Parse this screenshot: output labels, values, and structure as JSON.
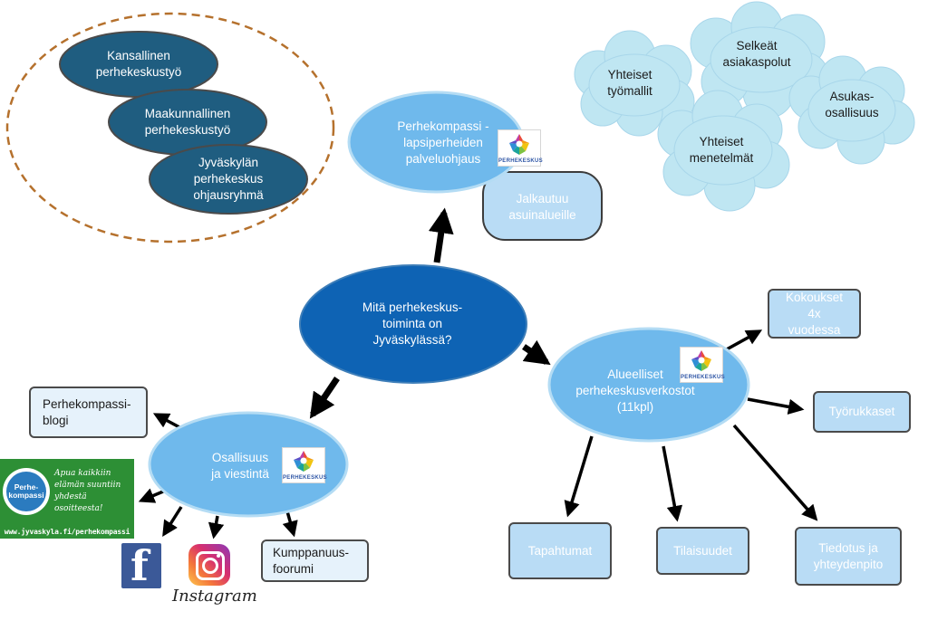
{
  "colors": {
    "dark_teal": "#1f5d80",
    "center_blue": "#0e63b4",
    "mid_blue": "#6fb9ec",
    "light_blue": "#b2dbf5",
    "cloud_blue": "#bfe6f2",
    "dashed_brown": "#b5712d"
  },
  "groups": {
    "national": "Kansallinen\nperhekeskustyö",
    "regional": "Maakunnallinen\nperhekeskustyö",
    "local": "Jyväskylän\nperhekeskus\nohjausryhmä"
  },
  "clouds": {
    "shared_models": "Yhteiset\ntyömallit",
    "clear_paths": "Selkeät\nasiakaspolut",
    "resident_participation": "Asukas-\nosallisuus",
    "shared_methods": "Yhteiset\nmenetelmät"
  },
  "center": "Mitä perhekeskus-\ntoiminta on\nJyväskylässä?",
  "top_node": {
    "label": "Perhekompassi -\nlapsiperheiden\npalveluohjaus",
    "sub": "Jalkautuu\nasuinalueille"
  },
  "right_node": {
    "label": "Alueelliset\nperhekeskusverkostot\n(11kpl)",
    "meetings": "Kokoukset\n4x\nvuodessa",
    "workgroups": "Työrukkaset",
    "events": "Tapahtumat",
    "venues": "Tilaisuudet",
    "communication": "Tiedotus ja\nyhteydenpito"
  },
  "left_node": {
    "label": "Osallisuus\nja viestintä",
    "blog": "Perhekompassi-\nblogi",
    "forum": "Kumppanuus-\nfoorumi"
  },
  "logo_text": "PERHEKESKUS",
  "banner": {
    "badge": "Perhe-\nkompassi",
    "slogan": "Apua kaikkiin\nelämän suuntiin\nyhdestä osoitteesta!",
    "url": "www.jyvaskyla.fi/perhekompassi"
  },
  "facebook_icon": "facebook-icon",
  "instagram": {
    "icon": "instagram-icon",
    "wordmark": "Instagram"
  }
}
